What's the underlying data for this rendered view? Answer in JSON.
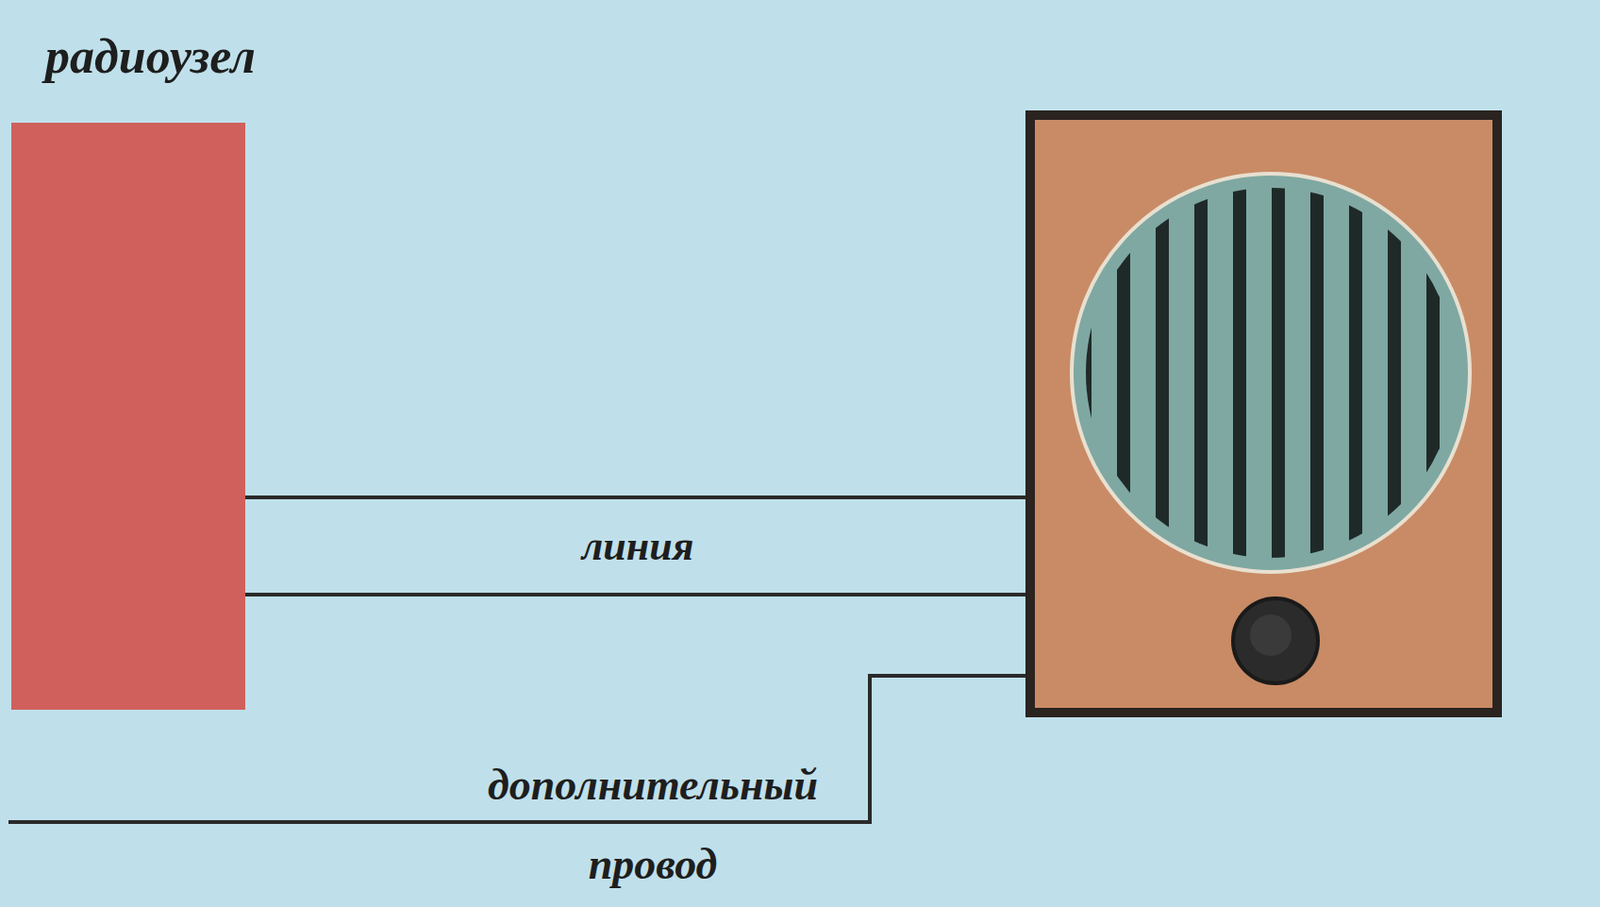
{
  "diagram": {
    "nodes": [
      {
        "text": [
          "радиоузел"
        ]
      }
    ],
    "labels": [
      "линия",
      "дополнительный провод"
    ]
  }
}
